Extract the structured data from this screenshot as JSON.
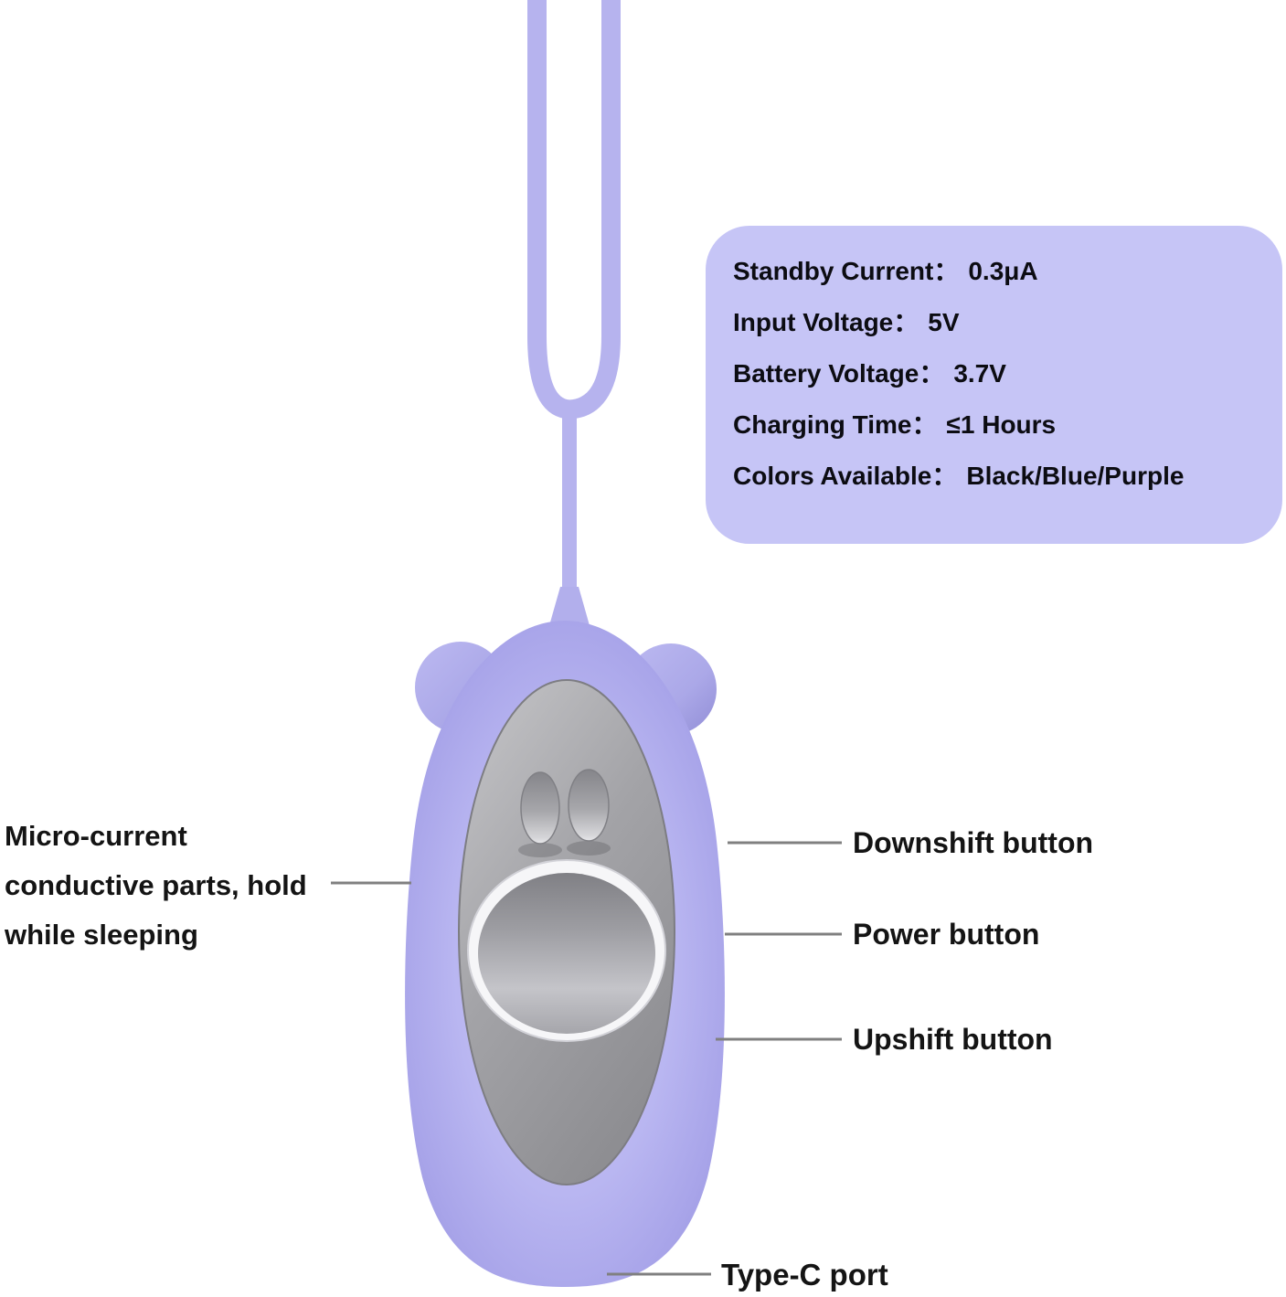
{
  "page": {
    "type": "product-annotation-diagram",
    "background_color": "#ffffff",
    "text_color": "#141414",
    "callout_line_color": "#808080"
  },
  "spec_box": {
    "background_color": "#c6c5f6",
    "rows": [
      {
        "label": "Standby Current：",
        "value": "0.3μA"
      },
      {
        "label": "Input Voltage：",
        "value": "5V"
      },
      {
        "label": "Battery Voltage：",
        "value": "3.7V"
      },
      {
        "label": "Charging Time：",
        "value": "≤1 Hours"
      },
      {
        "label": "Colors Available：",
        "value": "Black/Blue/Purple"
      }
    ]
  },
  "callouts": {
    "micro_current": {
      "lines": [
        "Micro-current",
        "conductive parts, hold",
        "while sleeping"
      ]
    },
    "downshift": {
      "label": "Downshift button"
    },
    "power": {
      "label": "Power button"
    },
    "upshift": {
      "label": "Upshift button"
    },
    "typec": {
      "label": "Type-C port"
    }
  },
  "device": {
    "description": "bear-shaped micro-current sleep aid device hanging on a lanyard",
    "body_color": "#b3b0ee",
    "body_edge_color": "#9e9ae2",
    "strap_color": "#b6b3ee",
    "panel_color": "#a2a2a6",
    "button_ring_color": "#f6f6f8",
    "ears": 2,
    "small_buttons": 2,
    "large_buttons": 1
  }
}
